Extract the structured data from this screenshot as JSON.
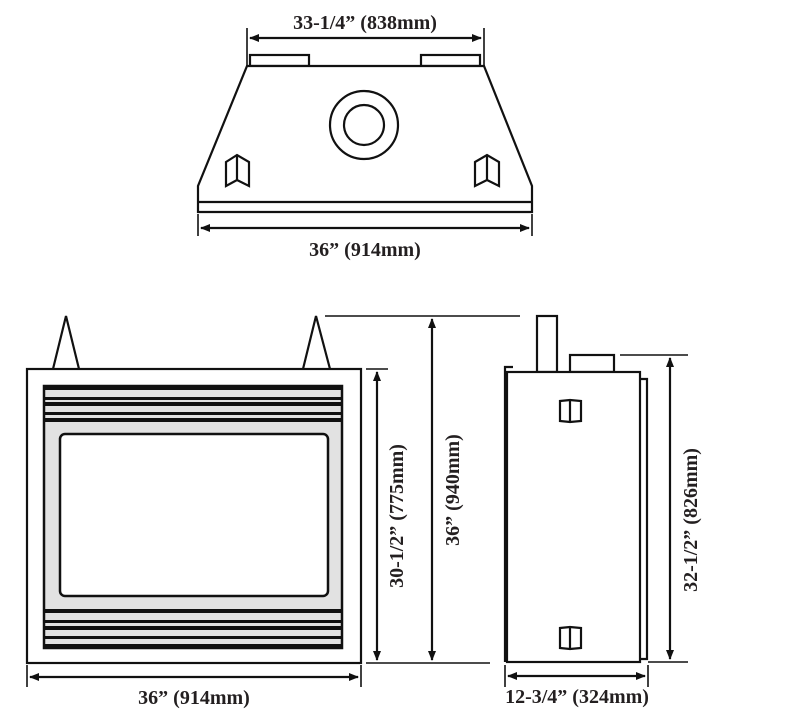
{
  "top_view": {
    "top_width_label": "33-1/4” (838mm)",
    "bottom_width_label": "36” (914mm)"
  },
  "front_view": {
    "width_label": "36” (914mm)",
    "height_label": "30-1/2” (775mm)",
    "overall_height_label": "36” (940mm)"
  },
  "side_view": {
    "height_label": "32-1/2” (826mm)",
    "depth_label": "12-3/4” (324mm)"
  },
  "colors": {
    "line": "#111111",
    "panel_fill": "#e2e2e2",
    "text": "#231f20"
  }
}
